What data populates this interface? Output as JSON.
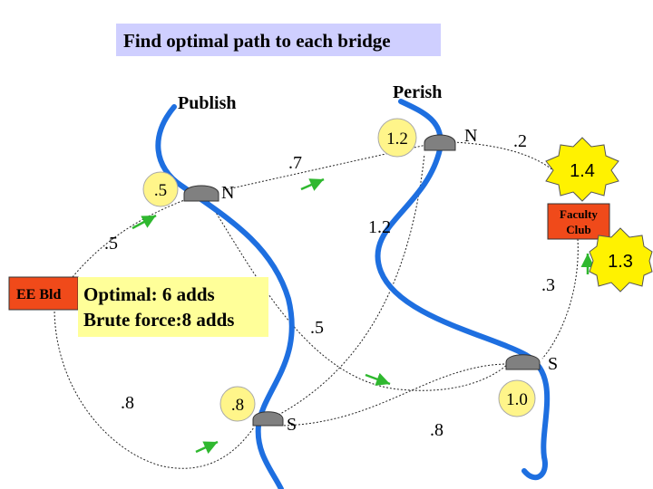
{
  "title": "Find optimal path to each bridge",
  "river_labels": {
    "left": "Publish",
    "right": "Perish"
  },
  "locations": {
    "ee": "EE Bld",
    "faculty_line1": "Faculty",
    "faculty_line2": "Club"
  },
  "bridge_labels": {
    "top_left": "N",
    "top_right": "N",
    "bottom_left": "S",
    "bottom_right": "S"
  },
  "bubbles": {
    "top_left": ".5",
    "top_right": "1.2",
    "bottom_left": ".8",
    "bottom_right": "1.0"
  },
  "edge_weights": {
    "ee_to_top_left": ".5",
    "top_left_to_top_right": ".7",
    "top_right_to_faculty": ".2",
    "bottom_left_to_top_right": "1.2",
    "faculty_to_bottom_right": ".3",
    "top_left_to_bottom_right": ".5",
    "ee_to_bottom_left": ".8",
    "bottom_left_to_bottom_right": ".8"
  },
  "callouts": {
    "faculty_top": "1.4",
    "faculty_bottom": "1.3"
  },
  "summary": {
    "line1": "Optimal: 6 adds",
    "line2": "Brute force:8 adds"
  },
  "colors": {
    "river": "#1e6fe0",
    "bubble": "#fff58a",
    "callout": "#fff200",
    "building": "#f04a1a",
    "bridge": "#808080",
    "arrow": "#2fb82f",
    "title_bg": "#cfcfff"
  }
}
